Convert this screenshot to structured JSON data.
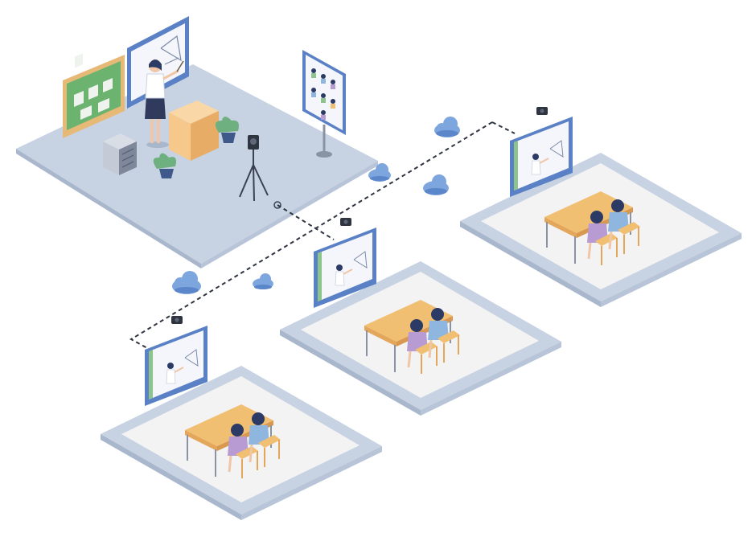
{
  "scene": {
    "description_items": [
      "teacher-room",
      "classroom-left",
      "classroom-middle",
      "classroom-right"
    ]
  },
  "colors": {
    "floor": "#c7d2e2",
    "floor_edge": "#9fb0c8",
    "rug_border": "#dfe6ef",
    "rug": "#f3f3f4",
    "chalkboard": "#6bb36f",
    "chalkboard_frame": "#e7b976",
    "screen_frame": "#5a80c6",
    "screen": "#f4f6fb",
    "desk_top": "#f1bf72",
    "desk_side": "#e4a65a",
    "metal": "#8a93a3",
    "cloud": "#7ea6de",
    "cloud_dark": "#5b86c9",
    "teacher_shirt": "#ffffff",
    "teacher_skirt": "#2f3a5c",
    "student_shirt_green": "#8dc48b",
    "student_shirt_blue": "#8fb6de",
    "student_shirt_purple": "#b89bd3",
    "hair": "#2c3a66",
    "plant": "#6fb080",
    "podium": "#f6c88c",
    "podium_side": "#e7ad66"
  },
  "icons": [
    "camera-icon",
    "cloud-icon",
    "tripod-camera-icon"
  ]
}
